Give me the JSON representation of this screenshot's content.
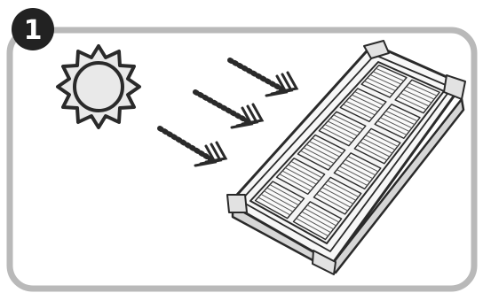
{
  "step": {
    "number": "1"
  },
  "colors": {
    "frame": "#b9b9b9",
    "badge": "#222222",
    "sun_fill": "#e9e9e9",
    "line_art": "#2a2a2a",
    "panel_fill": "#f4f4f4"
  },
  "icons": {
    "sun": "sun-icon",
    "rays": "sun-rays-arrows",
    "device": "solar-power-bank"
  }
}
